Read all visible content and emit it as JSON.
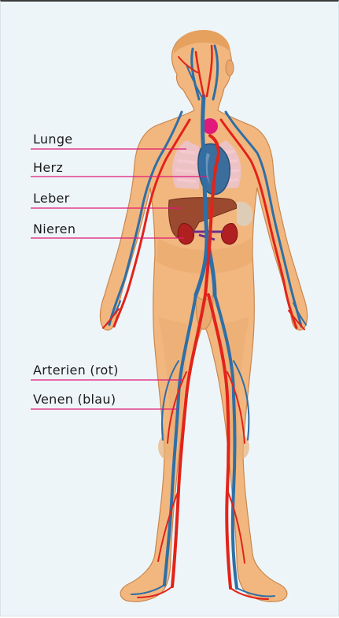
{
  "colors": {
    "background": "#eef5f8",
    "skin": "#f2b77e",
    "skin_shadow": "#d8955a",
    "artery": "#e2231a",
    "vein": "#2f6fa6",
    "leader_line": "#e0197a",
    "heart": "#3b6e9c",
    "liver": "#9b4a30",
    "kidney": "#b02020",
    "lung": "#ecc4d0",
    "thyroid": "#e0197a"
  },
  "labels": {
    "lung": "Lunge",
    "heart": "Herz",
    "liver": "Leber",
    "kidneys": "Nieren",
    "arteries": "Arterien (rot)",
    "veins": "Venen (blau)"
  }
}
